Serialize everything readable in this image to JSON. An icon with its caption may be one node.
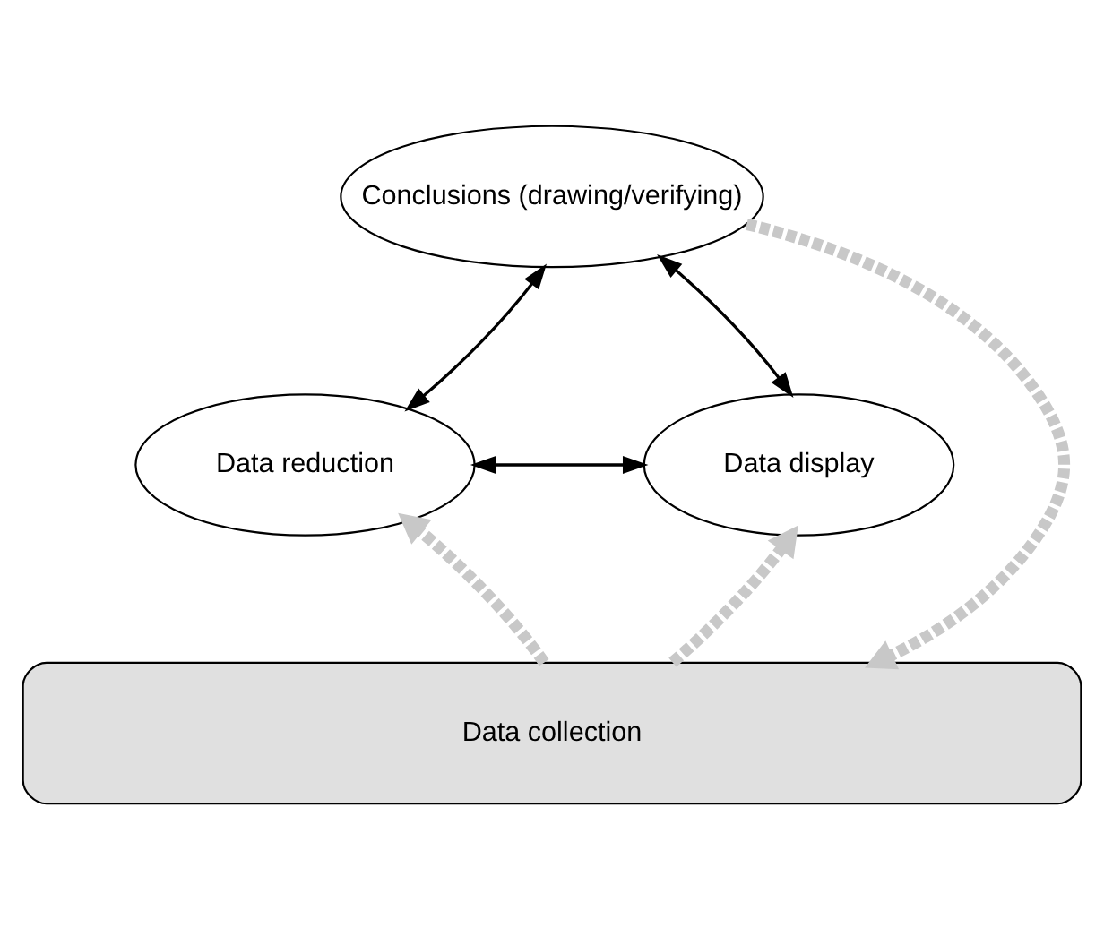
{
  "diagram": {
    "nodes": [
      {
        "text": [
          "Conclusions (drawing/verifying)"
        ]
      },
      {
        "text": [
          "Data reduction"
        ]
      },
      {
        "text": [
          "Data display"
        ]
      },
      {
        "text": [
          "Data collection"
        ]
      }
    ],
    "edges": [
      {
        "from": 0,
        "to": 1,
        "arrow": "both"
      },
      {
        "from": 0,
        "to": 2,
        "arrow": "both"
      },
      {
        "from": 1,
        "to": 2,
        "arrow": "both"
      },
      {
        "from": 0,
        "to": 3,
        "arrow": "to",
        "style": "dashed",
        "color": "#c8c8c8"
      },
      {
        "from": 3,
        "to": 1,
        "arrow": "to",
        "style": "dashed",
        "color": "#c8c8c8"
      },
      {
        "from": 3,
        "to": 2,
        "arrow": "to",
        "style": "dashed",
        "color": "#c8c8c8"
      }
    ]
  }
}
